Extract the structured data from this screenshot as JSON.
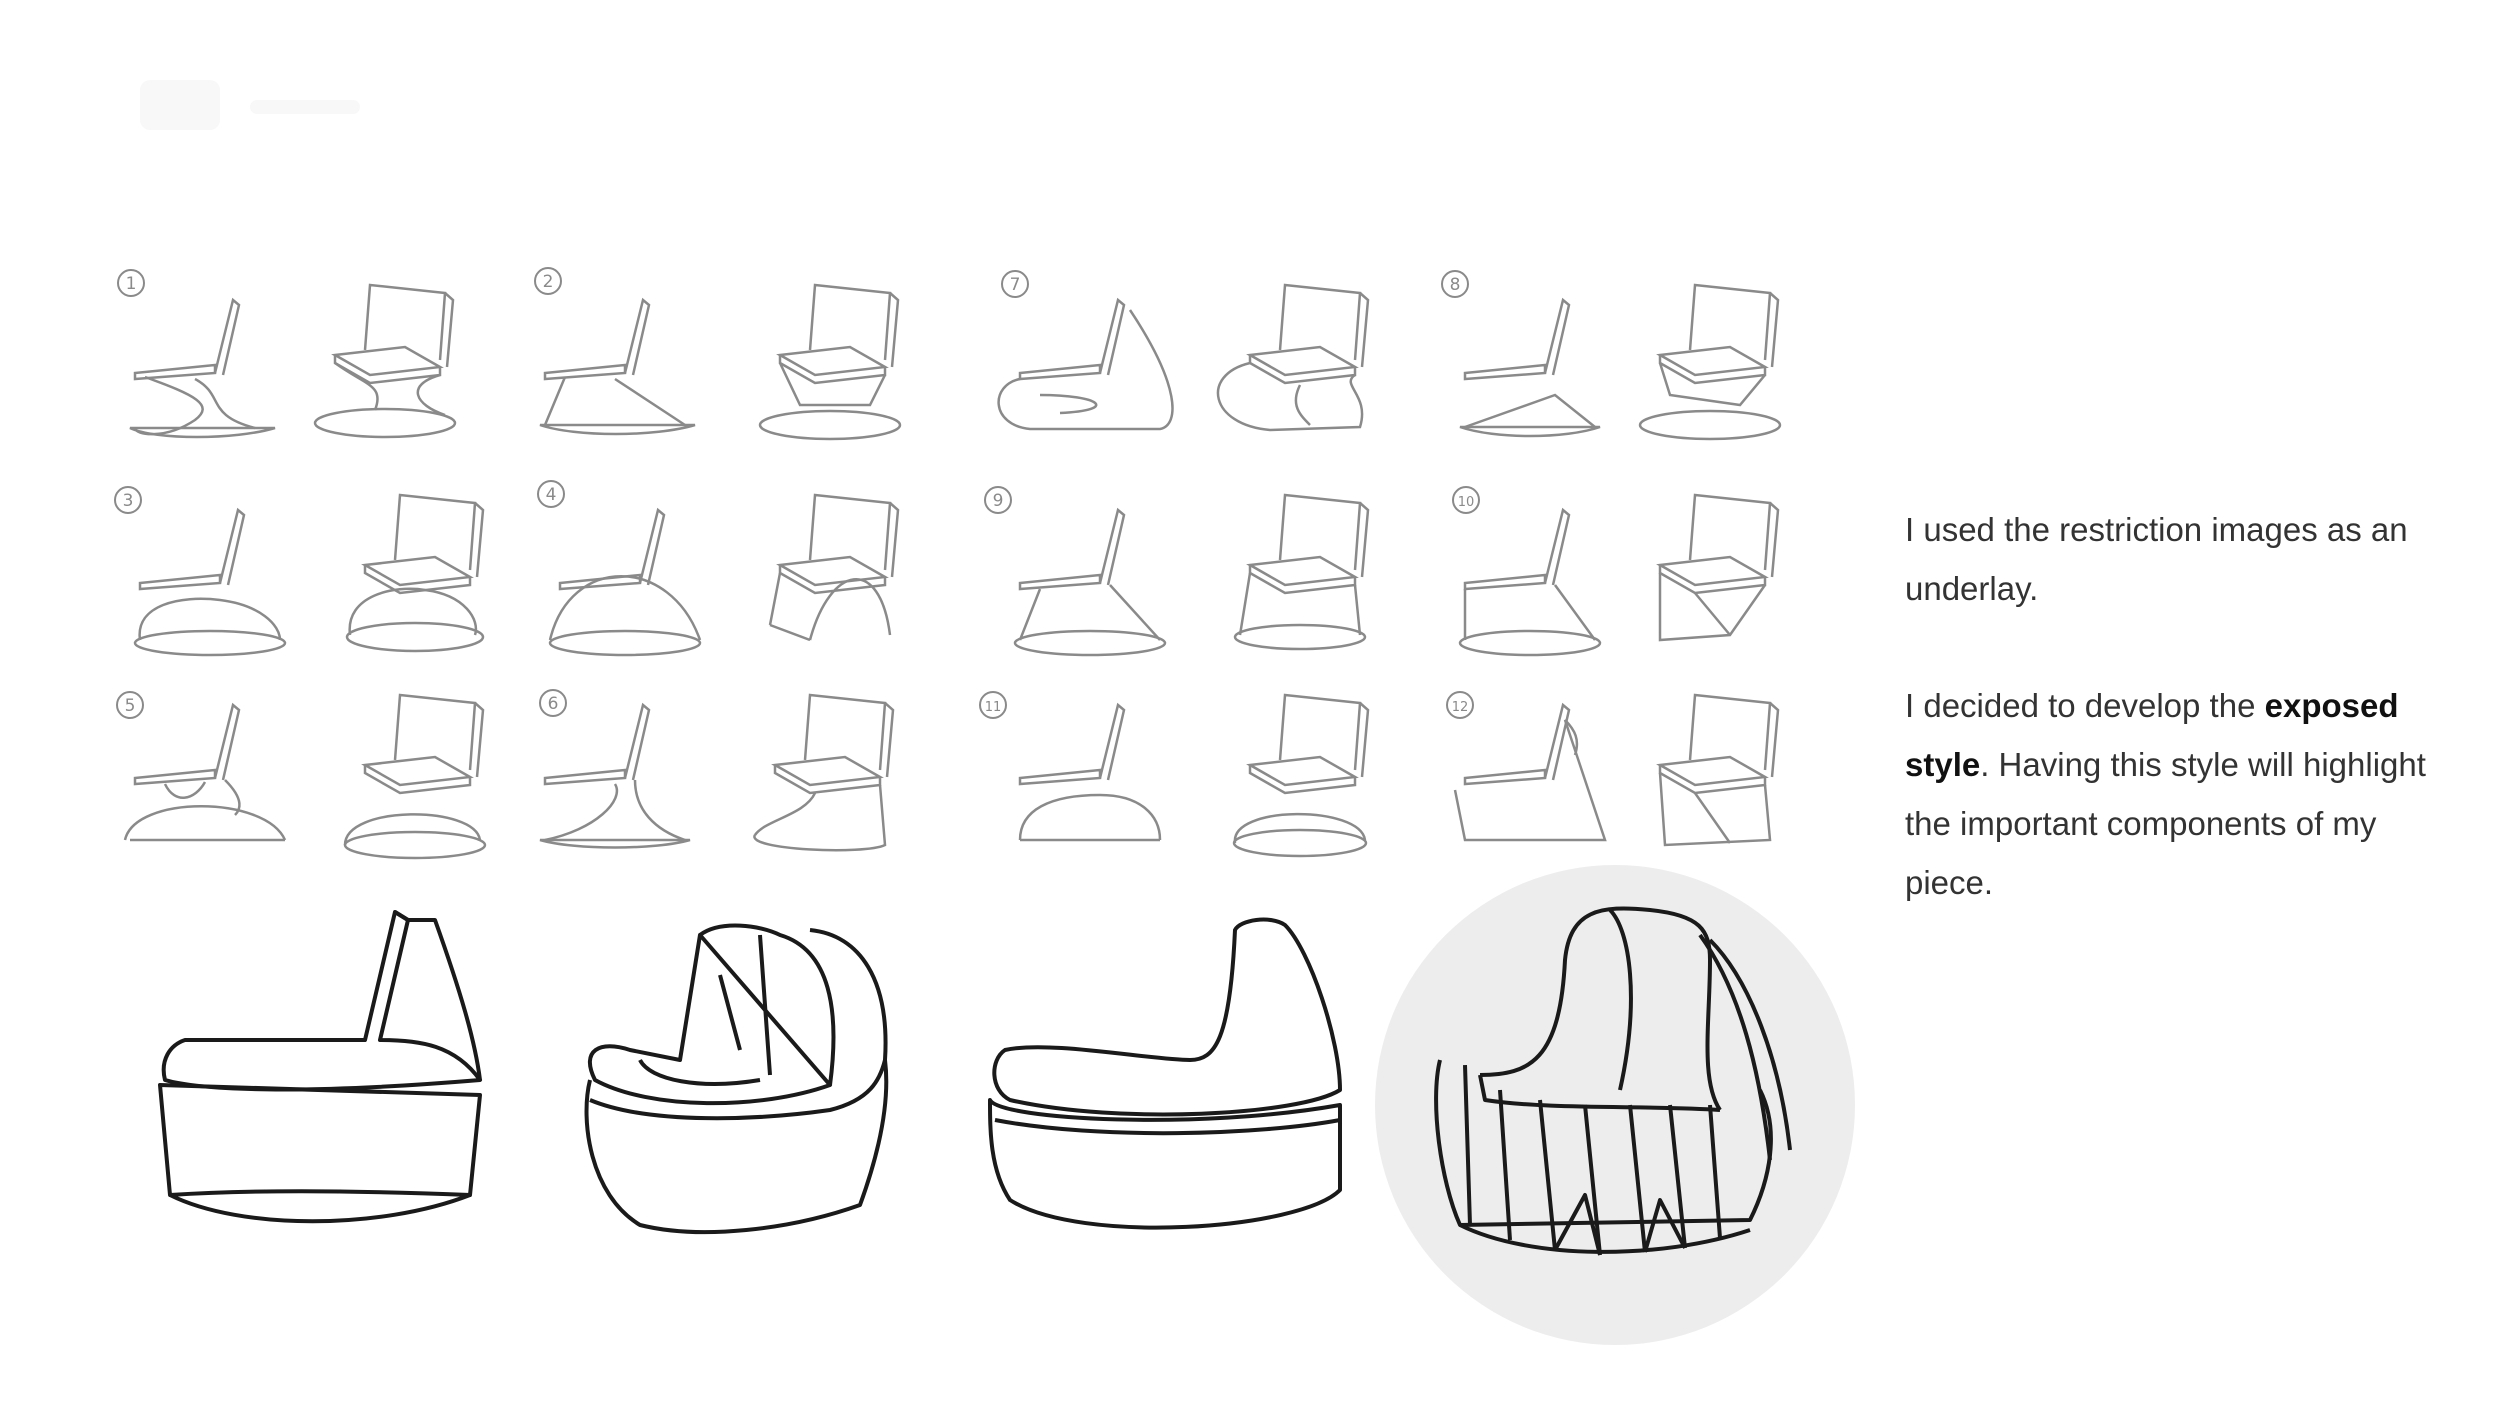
{
  "sketches": {
    "numbers": [
      "1",
      "2",
      "7",
      "8",
      "3",
      "4",
      "9",
      "10",
      "5",
      "6",
      "11",
      "12"
    ]
  },
  "notes": {
    "para1": "I used the restriction images as an underlay.",
    "para2_before": "I decided to develop the ",
    "para2_bold1": "exposed",
    "para2_gap": " ",
    "para2_bold2": "style",
    "para2_after": ". Having this style will highlight the important components of my piece."
  },
  "colors": {
    "thin_stroke": "#8a8a8a",
    "bold_stroke": "#1a1a1a",
    "highlight_circle": "#ededed"
  }
}
